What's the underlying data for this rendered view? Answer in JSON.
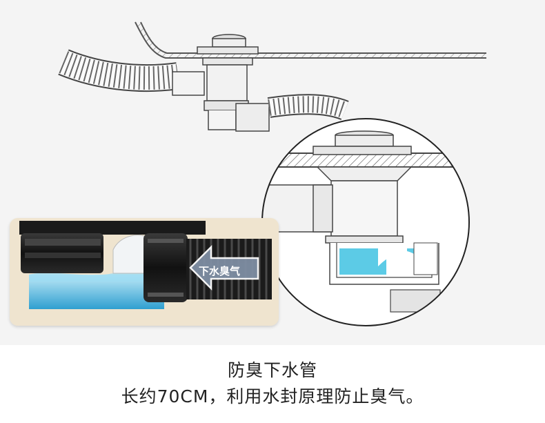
{
  "illustration": {
    "arrow_label": "下水臭气",
    "colors": {
      "water": "#4fc3e0",
      "line": "#444444",
      "background": "#f4f4f4",
      "inset_frame": "#e9dcc2",
      "arrow": "#7f8ea3"
    }
  },
  "caption": {
    "title": "防臭下水管",
    "description": "长约70CM，利用水封原理防止臭气。"
  }
}
